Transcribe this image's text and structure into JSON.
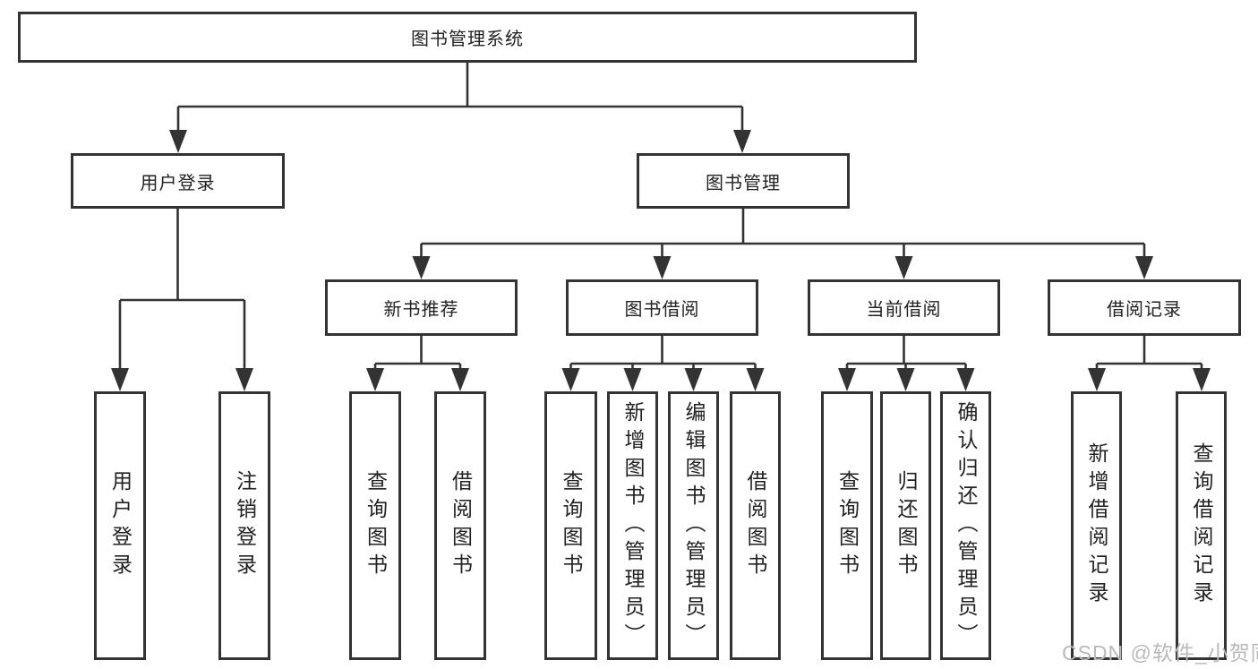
{
  "diagram": {
    "root": {
      "label": "图书管理系统"
    },
    "level2": [
      {
        "id": "user-login",
        "label": "用户登录"
      },
      {
        "id": "book-management",
        "label": "图书管理"
      }
    ],
    "level3": [
      {
        "id": "new-book-recommend",
        "label": "新书推荐",
        "parent": "book-management"
      },
      {
        "id": "book-borrowing",
        "label": "图书借阅",
        "parent": "book-management"
      },
      {
        "id": "current-borrowing",
        "label": "当前借阅",
        "parent": "book-management"
      },
      {
        "id": "borrowing-records",
        "label": "借阅记录",
        "parent": "book-management"
      }
    ],
    "leaves": [
      {
        "label": "用户登录",
        "parent": "user-login"
      },
      {
        "label": "注销登录",
        "parent": "user-login"
      },
      {
        "label": "查询图书",
        "parent": "new-book-recommend"
      },
      {
        "label": "借阅图书",
        "parent": "new-book-recommend"
      },
      {
        "label": "查询图书",
        "parent": "book-borrowing"
      },
      {
        "label": "新增图书（管理员）",
        "parent": "book-borrowing"
      },
      {
        "label": "编辑图书（管理员）",
        "parent": "book-borrowing"
      },
      {
        "label": "借阅图书",
        "parent": "book-borrowing"
      },
      {
        "label": "查询图书",
        "parent": "current-borrowing"
      },
      {
        "label": "归还图书",
        "parent": "current-borrowing"
      },
      {
        "label": "确认归还（管理员）",
        "parent": "current-borrowing"
      },
      {
        "label": "新增借阅记录",
        "parent": "borrowing-records"
      },
      {
        "label": "查询借阅记录",
        "parent": "borrowing-records"
      }
    ]
  },
  "watermark": "CSDN @软件_小贺同学",
  "colors": {
    "background": "#ffffff",
    "line": "#333333",
    "box_border": "#333333",
    "text": "#222222",
    "watermark": "#b9b9b9"
  }
}
